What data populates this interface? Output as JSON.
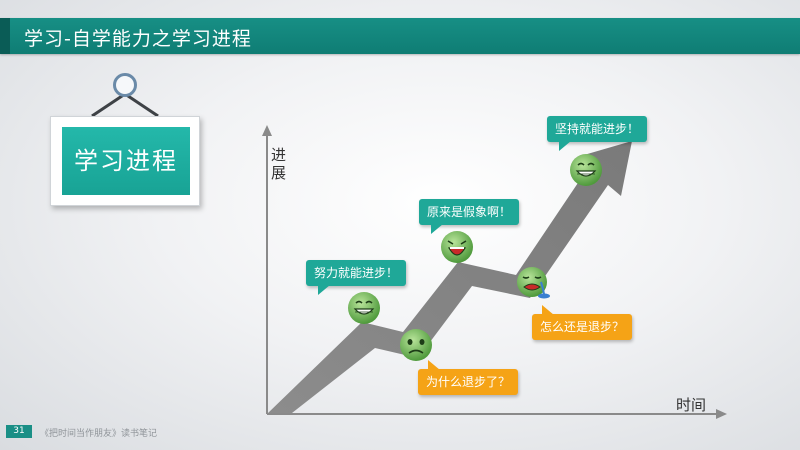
{
  "header": {
    "title": "学习-自学能力之学习进程"
  },
  "sign": {
    "label": "学习进程"
  },
  "axes": {
    "ylabel_line1": "进",
    "ylabel_line2": "展",
    "xlabel": "时间"
  },
  "bubbles": [
    {
      "text": "努力就能进步！",
      "color": "#1fa898"
    },
    {
      "text": "为什么退步了？",
      "color": "#f5a316"
    },
    {
      "text": "原来是假象啊！",
      "color": "#1fa898"
    },
    {
      "text": "怎么还是退步？",
      "color": "#f5a316"
    },
    {
      "text": "坚持就能进步！",
      "color": "#1fa898"
    }
  ],
  "icons": {
    "faces": [
      "grinning-face-icon",
      "worried-face-icon",
      "laughing-face-icon",
      "crying-face-icon",
      "grinning-face-icon"
    ],
    "arrow": "progress-arrow-icon",
    "ring": "hanging-ring-icon"
  },
  "footer": {
    "page": "31",
    "text": "《把时间当作朋友》读书笔记"
  },
  "colors": {
    "accent": "#178f85",
    "bubble_teal": "#1fa898",
    "bubble_orange": "#f5a316",
    "arrow": "#8a8a8a"
  }
}
